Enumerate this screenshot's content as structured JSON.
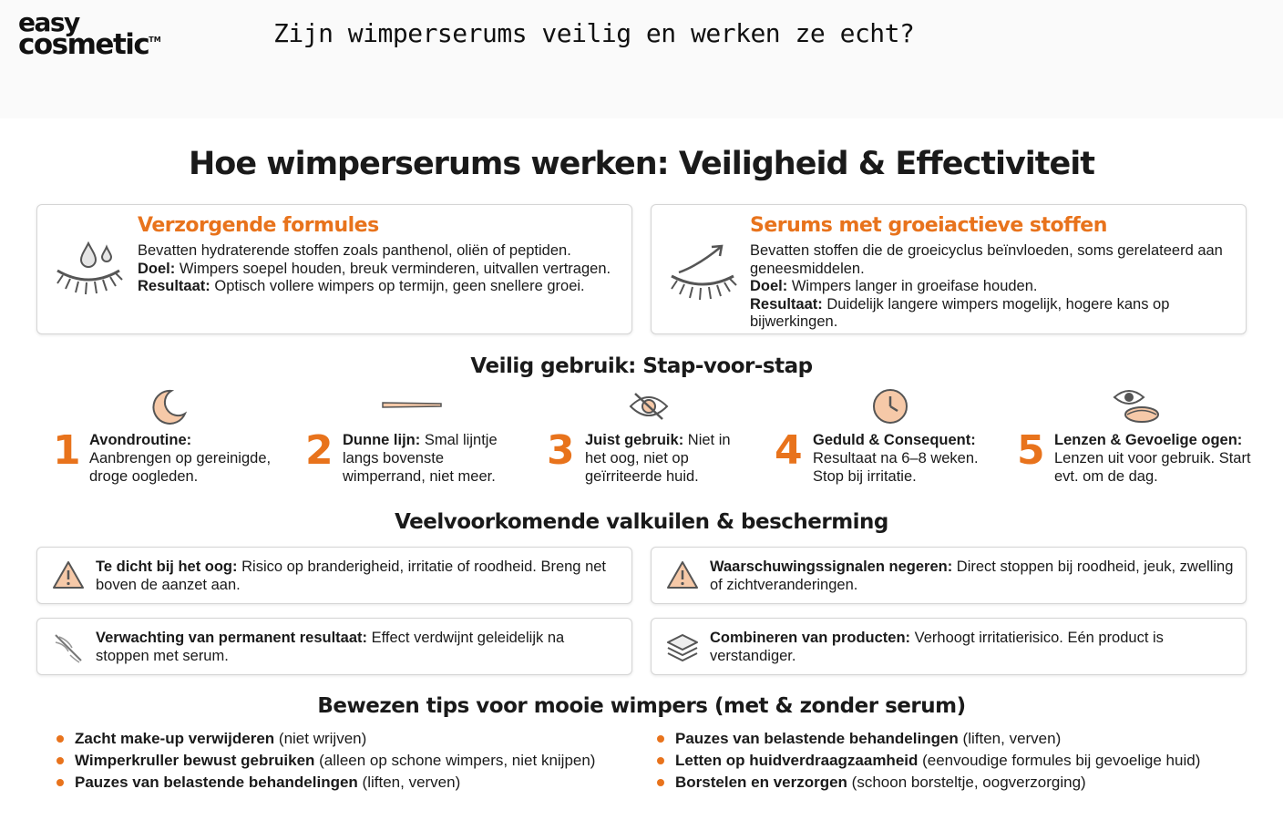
{
  "brand": {
    "line1": "easy",
    "line2": "cosmetic",
    "tm": "TM"
  },
  "doc_title": "Zijn wimperserums veilig en werken ze echt?",
  "main_title": "Hoe wimperserums werken: Veiligheid & Effectiviteit",
  "colors": {
    "accent": "#e8731c",
    "icon_fill": "#f6c9a8",
    "text": "#1a1a1a"
  },
  "cards": [
    {
      "icon": "closed-eye-droplets-icon",
      "title": "Verzorgende formules",
      "line1": "Bevatten hydraterende stoffen zoals panthenol, oliën of peptiden.",
      "doel_label": "Doel:",
      "doel_text": "Wimpers soepel houden, breuk verminderen, uitvallen vertragen.",
      "resultaat_label": "Resultaat:",
      "resultaat_text": "Optisch vollere wimpers op termijn, geen snellere groei."
    },
    {
      "icon": "closed-eye-growth-arrow-icon",
      "title": "Serums met groeiactieve stoffen",
      "line1": "Bevatten stoffen die de groeicyclus beïnvloeden, soms gerelateerd aan geneesmiddelen.",
      "doel_label": "Doel:",
      "doel_text": "Wimpers langer in groeifase houden.",
      "resultaat_label": "Resultaat:",
      "resultaat_text": "Duidelijk langere wimpers mogelijk, hogere kans op bijwerkingen."
    }
  ],
  "steps_title": "Veilig gebruik: Stap-voor-stap",
  "steps": [
    {
      "num": "1",
      "icon": "moon-icon",
      "label": "Avondroutine:",
      "text": "Aanbrengen op gereinigde, droge oogleden."
    },
    {
      "num": "2",
      "icon": "thin-line-brush-icon",
      "label": "Dunne lijn:",
      "text": "Smal lijntje langs bovenste wimperrand, niet meer."
    },
    {
      "num": "3",
      "icon": "eye-crossed-icon",
      "label": "Juist gebruik:",
      "text": "Niet in het oog, niet op geïrriteerde huid."
    },
    {
      "num": "4",
      "icon": "clock-icon",
      "label": "Geduld & Consequent:",
      "text": "Resultaat na 6–8 weken. Stop bij irritatie."
    },
    {
      "num": "5",
      "icon": "eye-contact-lens-icon",
      "label": "Lenzen & Gevoelige ogen:",
      "text": "Lenzen uit voor gebruik. Start evt. om de dag."
    }
  ],
  "pitfalls_title": "Veelvoorkomende valkuilen & bescherming",
  "pitfalls": [
    {
      "icon": "warning-icon",
      "label": "Te dicht bij het oog:",
      "text": "Risico op branderigheid, irritatie of roodheid. Breng net boven de aanzet aan."
    },
    {
      "icon": "warning-icon",
      "label": "Waarschuwingssignalen negeren:",
      "text": "Direct stoppen bij roodheid, jeuk, zwelling of zichtveranderingen."
    },
    {
      "icon": "broken-lash-icon",
      "label": "Verwachting van permanent resultaat:",
      "text": "Effect verdwijnt geleidelijk na stoppen met serum."
    },
    {
      "icon": "layers-icon",
      "label": "Combineren van producten:",
      "text": "Verhoogt irritatierisico. Eén product is verstandiger."
    }
  ],
  "tips_title": "Bewezen tips voor mooie wimpers (met & zonder serum)",
  "tips_left": [
    {
      "label": "Zacht make-up verwijderen",
      "text": " (niet wrijven)"
    },
    {
      "label": "Wimperkruller bewust gebruiken",
      "text": " (alleen op schone wimpers, niet knijpen)"
    },
    {
      "label": "Pauzes van belastende behandelingen",
      "text": " (liften, verven)"
    }
  ],
  "tips_right": [
    {
      "label": "Pauzes van belastende behandelingen",
      "text": " (liften, verven)"
    },
    {
      "label": "Letten op huidverdraagzaamheid",
      "text": " (eenvoudige formules bij gevoelige huid)"
    },
    {
      "label": "Borstelen en verzorgen",
      "text": " (schoon borsteltje, oogverzorging)"
    }
  ]
}
